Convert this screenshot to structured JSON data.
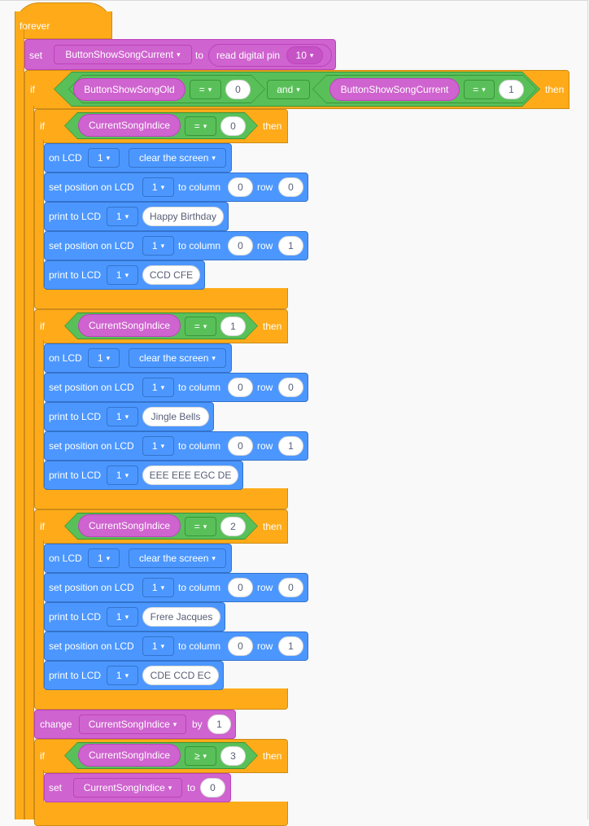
{
  "forever_label": "forever",
  "set_block": {
    "set": "set",
    "var": "ButtonShowSongCurrent",
    "to": "to",
    "reporter": "read digital pin",
    "pin": "10"
  },
  "main_if": {
    "if": "if",
    "then": "then",
    "left": {
      "var": "ButtonShowSongOld",
      "op": "=",
      "val": "0"
    },
    "and": "and",
    "right": {
      "var": "ButtonShowSongCurrent",
      "op": "=",
      "val": "1"
    }
  },
  "lcd": {
    "on_lcd": "on LCD",
    "clear": "clear the screen",
    "set_pos": "set position on LCD",
    "to_column": "to column",
    "row": "row",
    "print": "print to LCD",
    "lcd_num": "1"
  },
  "songs": [
    {
      "if": "if",
      "var": "CurrentSongIndice",
      "op": "=",
      "val": "0",
      "then": "then",
      "col1": "0",
      "row1": "0",
      "text1": "Happy Birthday",
      "col2": "0",
      "row2": "1",
      "text2": "CCD CFE"
    },
    {
      "if": "if",
      "var": "CurrentSongIndice",
      "op": "=",
      "val": "1",
      "then": "then",
      "col1": "0",
      "row1": "0",
      "text1": "Jingle Bells",
      "col2": "0",
      "row2": "1",
      "text2": "EEE EEE EGC DE"
    },
    {
      "if": "if",
      "var": "CurrentSongIndice",
      "op": "=",
      "val": "2",
      "then": "then",
      "col1": "0",
      "row1": "0",
      "text1": "Frere Jacques",
      "col2": "0",
      "row2": "1",
      "text2": "CDE CCD EC"
    }
  ],
  "change_block": {
    "change": "change",
    "var": "CurrentSongIndice",
    "by": "by",
    "val": "1"
  },
  "last_if": {
    "if": "if",
    "var": "CurrentSongIndice",
    "op": "≥",
    "val": "3",
    "then": "then"
  },
  "reset_block": {
    "set": "set",
    "var": "CurrentSongIndice",
    "to": "to",
    "val": "0"
  },
  "colors": {
    "control": "#ffab19",
    "variables": "#cf63cf",
    "lcd": "#4c97ff",
    "operators": "#59c059"
  }
}
